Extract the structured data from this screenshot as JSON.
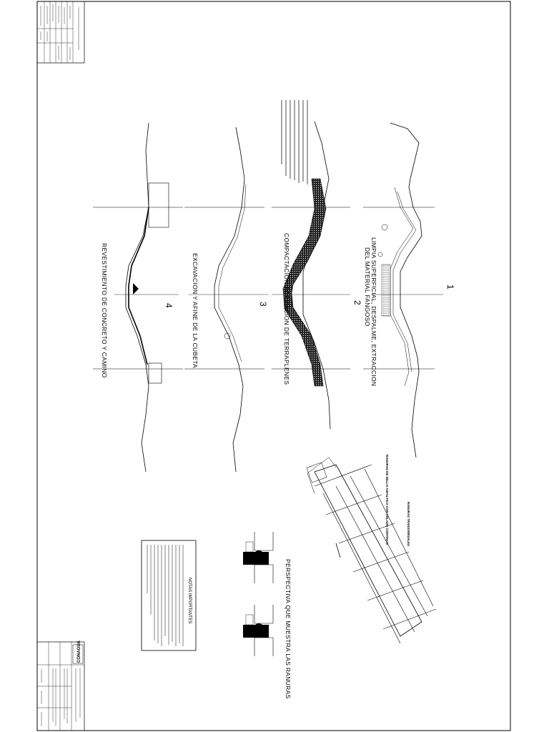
{
  "sections": [
    {
      "number": "1",
      "caption_lines": [
        "LIMPIA SUPERFICIAL, DESPALME, EXTRACCION",
        "DEL MATERIAL FANGOSO"
      ]
    },
    {
      "number": "2",
      "caption_lines": [
        "COMPACTACION FORMACION DE TERRAPLENES"
      ]
    },
    {
      "number": "3",
      "caption_lines": [
        "EXCAVACION Y AFINE DE LA CUBETA"
      ]
    },
    {
      "number": "4",
      "caption_lines": [
        "REVESTIMIENTO DE CONCRETO Y CAMINO"
      ]
    }
  ],
  "perspective": {
    "title": "PERSPECTIVA QUE MUESTRA LAS RANURAS",
    "labels": [
      "RANURAS TRANSVERSALES",
      "RANURAS DE SELLO ASFALTICO CON CELADO CONTINUO"
    ]
  },
  "notes": {
    "title": "NOTAS IMPORTANTES"
  },
  "title_block": {
    "agency": "CONAGUA"
  },
  "colors": {
    "ink": "#000000",
    "paper": "#ffffff",
    "hatch": "#222222"
  }
}
